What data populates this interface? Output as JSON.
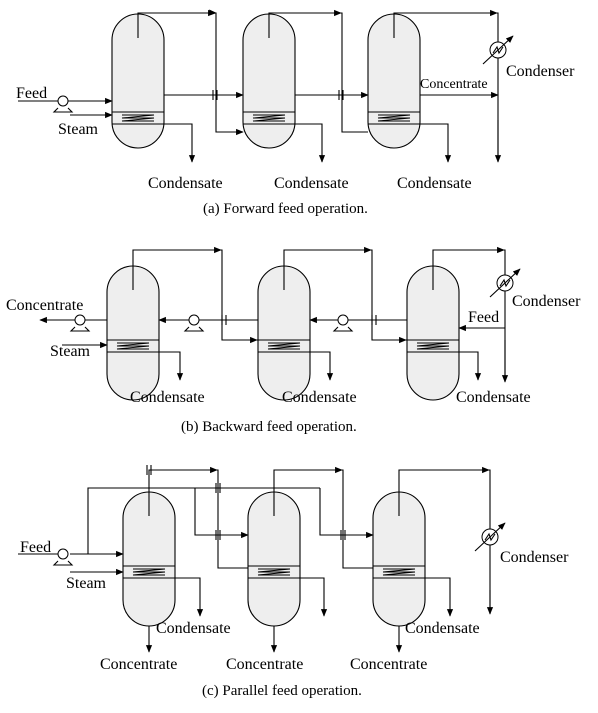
{
  "diagrams": [
    {
      "caption": "(a) Forward feed operation.",
      "labels": {
        "feed": "Feed",
        "steam": "Steam",
        "concentrate": "Concentrate",
        "condenser": "Condenser",
        "condensate_1": "Condensate",
        "condensate_2": "Condensate",
        "condensate_3": "Condensate"
      }
    },
    {
      "caption": "(b) Backward feed operation.",
      "labels": {
        "concentrate": "Concentrate",
        "steam": "Steam",
        "feed": "Feed",
        "condenser": "Condenser",
        "condensate_1": "Condensate",
        "condensate_2": "Condensate",
        "condensate_3": "Condensate"
      }
    },
    {
      "caption": "(c) Parallel feed operation.",
      "labels": {
        "feed": "Feed",
        "steam": "Steam",
        "condenser": "Condenser",
        "condensate_1": "Condensate",
        "condensate_2": "Condensate",
        "concentrate_1": "Concentrate",
        "concentrate_2": "Concentrate",
        "concentrate_3": "Concentrate"
      }
    }
  ]
}
